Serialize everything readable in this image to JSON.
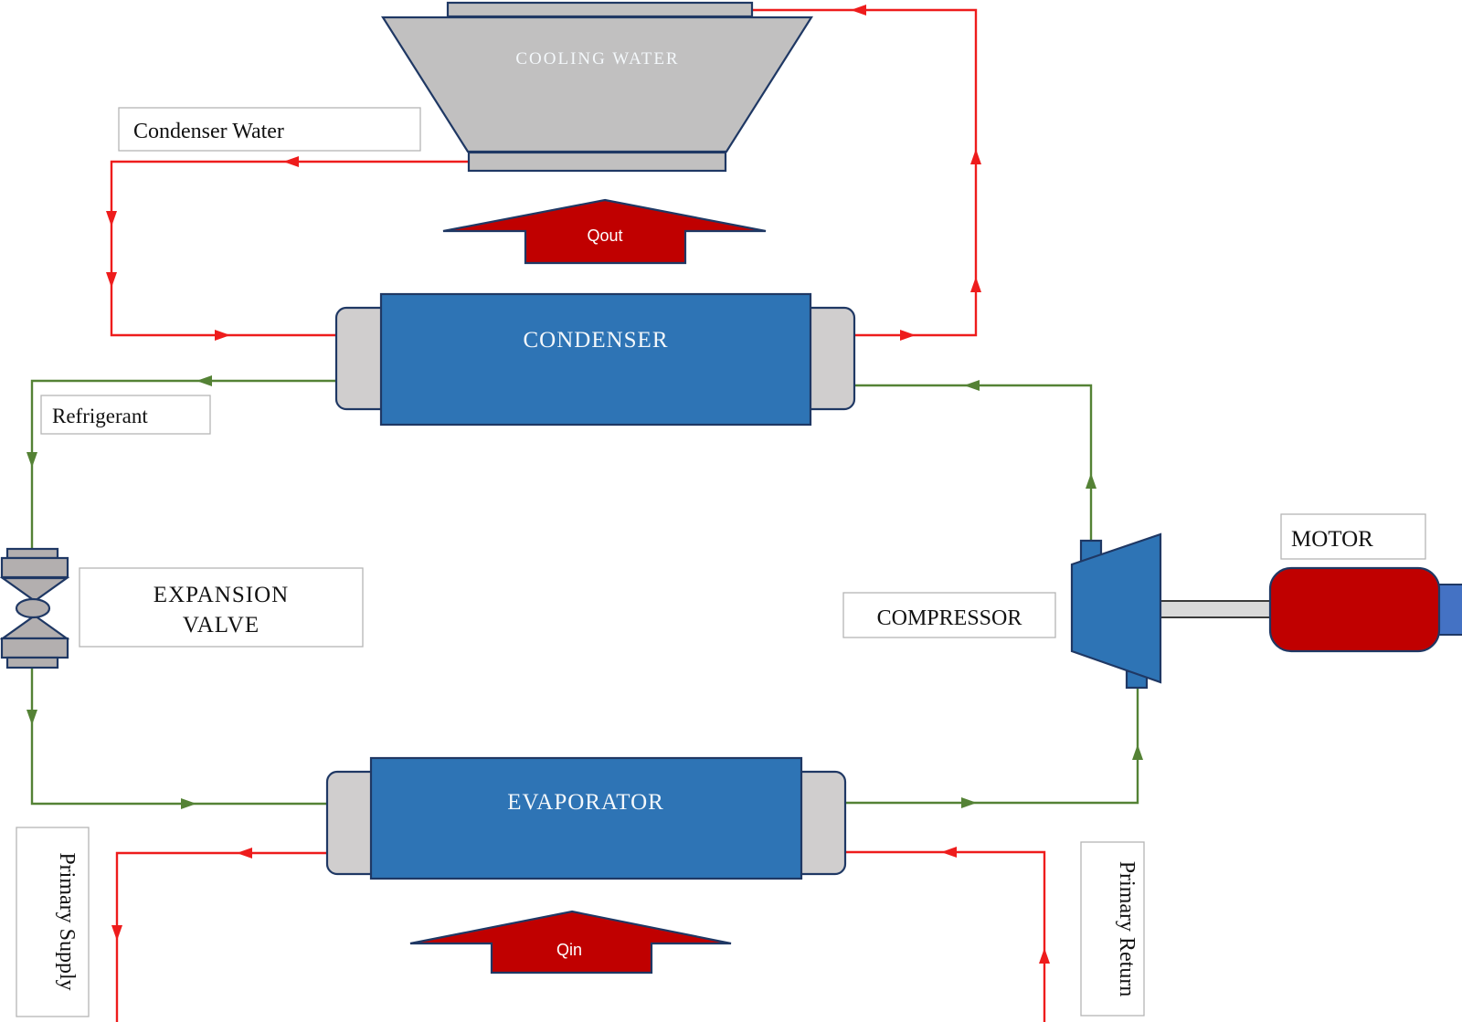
{
  "diagram": {
    "title_hint": "Chiller refrigeration cycle diagram",
    "cooling_tower": {
      "label": "COOLING WATER"
    },
    "heat_arrows": {
      "qout": "Qout",
      "qin": "Qin"
    },
    "components": {
      "condenser": "CONDENSER",
      "evaporator": "EVAPORATOR",
      "expansion_valve_line1": "EXPANSION",
      "expansion_valve_line2": "VALVE",
      "compressor": "COMPRESSOR",
      "motor": "MOTOR"
    },
    "line_labels": {
      "condenser_water": "Condenser Water",
      "refrigerant": "Refrigerant",
      "primary_supply": "Primary Supply",
      "primary_return": "Primary Return"
    },
    "colors": {
      "component_blue": "#2E74B5",
      "outline_navy": "#1F3864",
      "cap_gray": "#D0CECE",
      "tower_gray": "#C1C0C0",
      "valve_gray": "#B3AFAF",
      "heat_red": "#C00000",
      "pipe_red": "#EE1C1C",
      "pipe_green": "#548235",
      "tab_blue": "#4472C4",
      "shaft_gray": "#D9D9D9",
      "box_border": "#B5B5B5",
      "text_black": "#121212"
    }
  }
}
